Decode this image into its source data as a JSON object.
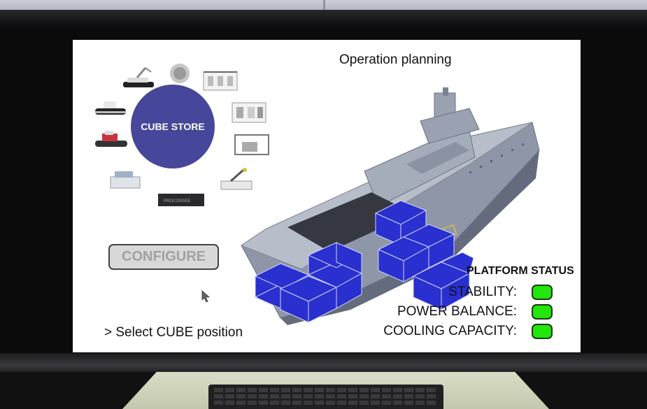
{
  "screen": {
    "title": "Operation planning",
    "cube_store_label": "CUBE STORE",
    "configure_label": "CONFIGURE",
    "prompt": "> Select CUBE position",
    "platform_status": {
      "title": "PLATFORM STATUS",
      "rows": [
        {
          "label": "STABILITY:",
          "status_color": "#22e60c"
        },
        {
          "label": "POWER BALANCE:",
          "status_color": "#22e60c"
        },
        {
          "label": "COOLING CAPACITY:",
          "status_color": "#22e60c"
        }
      ]
    },
    "container_label": "PROCONSEE"
  },
  "colors": {
    "cube_store": "#46479a",
    "status_ok": "#22e60c",
    "cube_blue": "#2a2fd0",
    "ship_hull": "#8e96a8"
  }
}
